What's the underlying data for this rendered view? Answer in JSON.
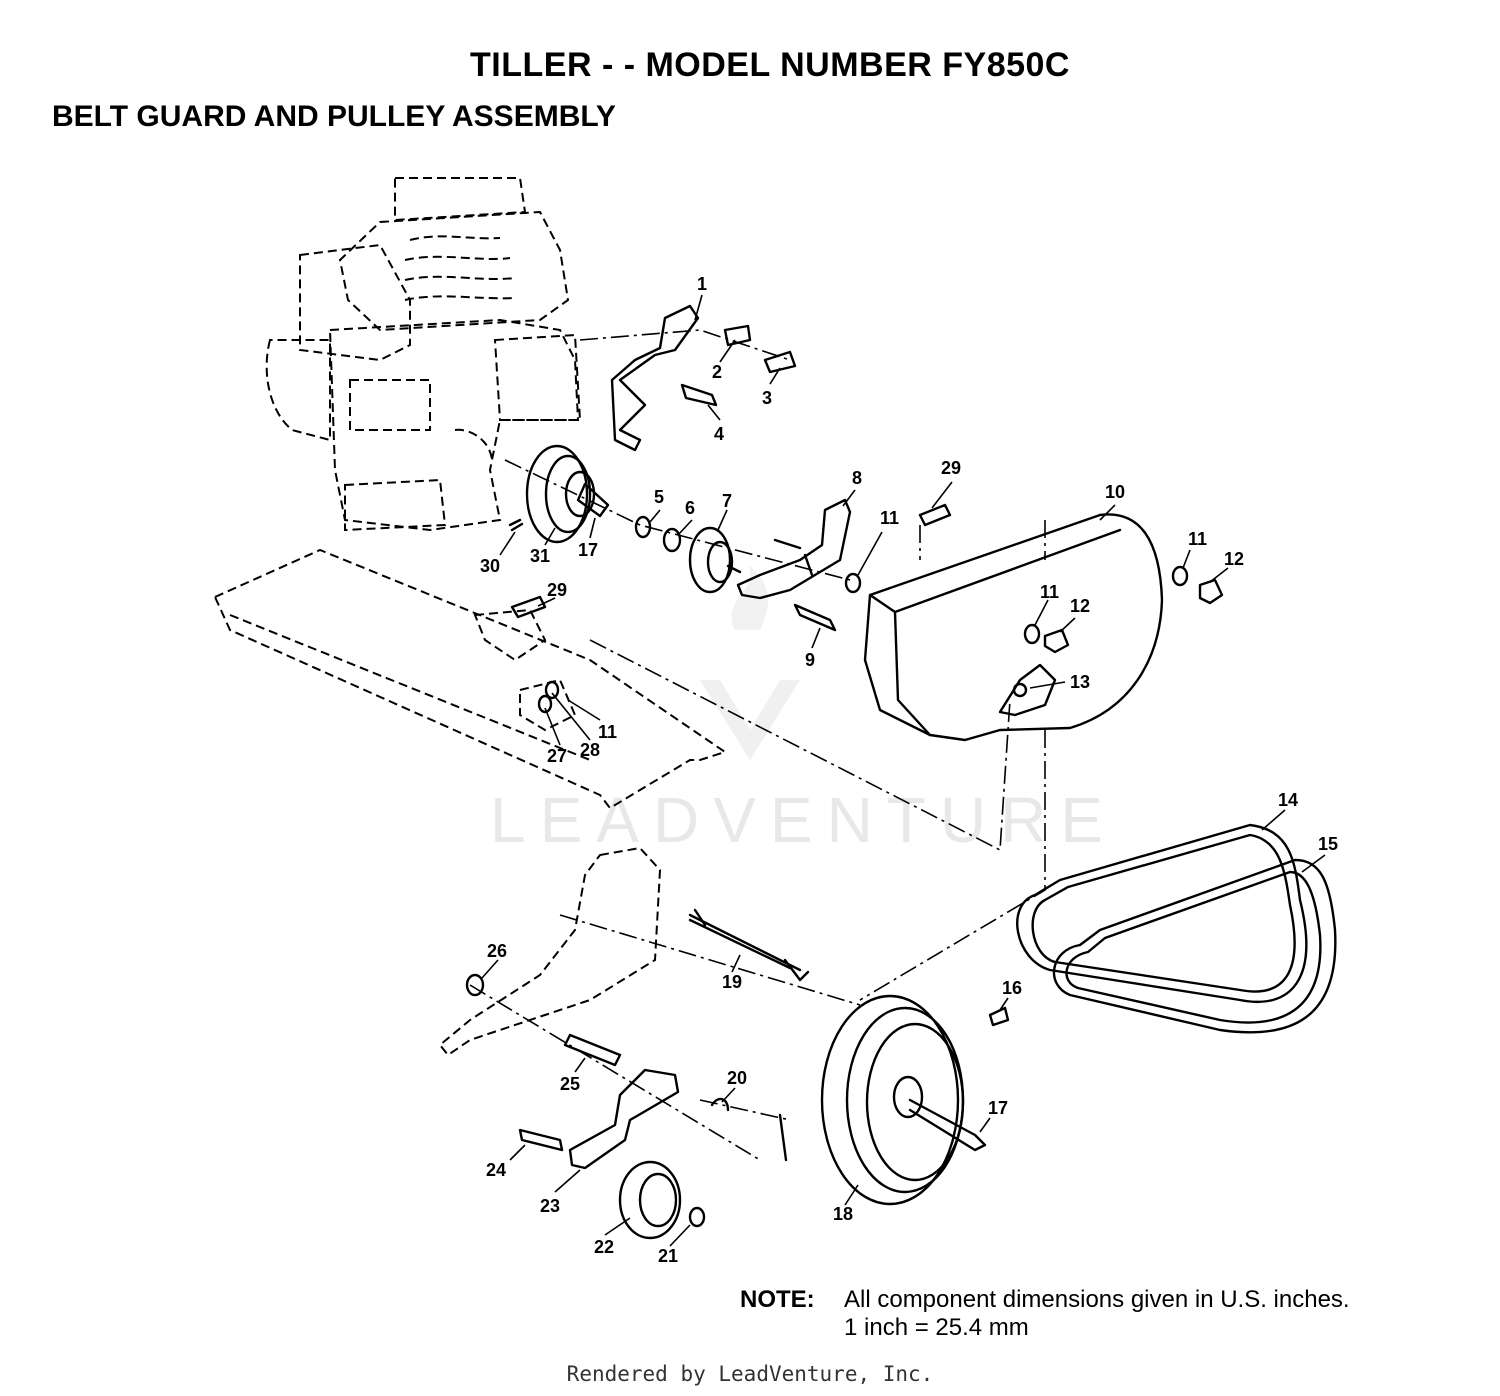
{
  "header": {
    "title": "TILLER - - MODEL NUMBER FY850C",
    "subtitle": "BELT GUARD AND PULLEY ASSEMBLY"
  },
  "watermark": {
    "text": "LEADVENTURE"
  },
  "callouts": [
    {
      "id": "c1",
      "label": "1"
    },
    {
      "id": "c2",
      "label": "2"
    },
    {
      "id": "c3",
      "label": "3"
    },
    {
      "id": "c4",
      "label": "4"
    },
    {
      "id": "c5",
      "label": "5"
    },
    {
      "id": "c6",
      "label": "6"
    },
    {
      "id": "c7",
      "label": "7"
    },
    {
      "id": "c8",
      "label": "8"
    },
    {
      "id": "c9",
      "label": "9"
    },
    {
      "id": "c10",
      "label": "10"
    },
    {
      "id": "c11a",
      "label": "11"
    },
    {
      "id": "c11b",
      "label": "11"
    },
    {
      "id": "c11c",
      "label": "11"
    },
    {
      "id": "c11d",
      "label": "11"
    },
    {
      "id": "c12a",
      "label": "12"
    },
    {
      "id": "c12b",
      "label": "12"
    },
    {
      "id": "c13",
      "label": "13"
    },
    {
      "id": "c14",
      "label": "14"
    },
    {
      "id": "c15",
      "label": "15"
    },
    {
      "id": "c16",
      "label": "16"
    },
    {
      "id": "c17a",
      "label": "17"
    },
    {
      "id": "c17b",
      "label": "17"
    },
    {
      "id": "c18",
      "label": "18"
    },
    {
      "id": "c19",
      "label": "19"
    },
    {
      "id": "c20",
      "label": "20"
    },
    {
      "id": "c21",
      "label": "21"
    },
    {
      "id": "c22",
      "label": "22"
    },
    {
      "id": "c23",
      "label": "23"
    },
    {
      "id": "c24",
      "label": "24"
    },
    {
      "id": "c25",
      "label": "25"
    },
    {
      "id": "c26",
      "label": "26"
    },
    {
      "id": "c27",
      "label": "27"
    },
    {
      "id": "c28",
      "label": "28"
    },
    {
      "id": "c29a",
      "label": "29"
    },
    {
      "id": "c29b",
      "label": "29"
    },
    {
      "id": "c30",
      "label": "30"
    },
    {
      "id": "c31",
      "label": "31"
    }
  ],
  "note": {
    "label": "NOTE:",
    "line1": "All component dimensions given in U.S. inches.",
    "line2": "1 inch = 25.4 mm"
  },
  "footer": {
    "text": "Rendered by LeadVenture, Inc."
  }
}
